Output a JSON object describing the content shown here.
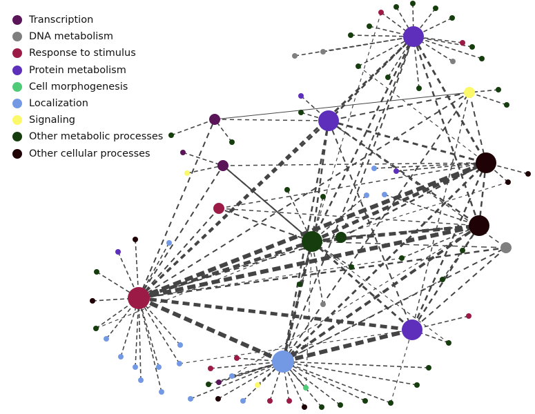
{
  "legend": {
    "items": [
      {
        "label": "Transcription",
        "color": "#5a1458"
      },
      {
        "label": "DNA metabolism",
        "color": "#7f7f7f"
      },
      {
        "label": "Response to stimulus",
        "color": "#9b1b46"
      },
      {
        "label": "Protein metabolism",
        "color": "#5d2fba"
      },
      {
        "label": "Cell morphogenesis",
        "color": "#4fca76"
      },
      {
        "label": "Localization",
        "color": "#7399e4"
      },
      {
        "label": "Signaling",
        "color": "#fbf86a"
      },
      {
        "label": "Other metabolic processes",
        "color": "#163d0d"
      },
      {
        "label": "Other cellular processes",
        "color": "#1e0205"
      }
    ]
  },
  "network": {
    "edge_color": "#444444",
    "categories": [
      "Transcription",
      "DNA metabolism",
      "Response to stimulus",
      "Protein metabolism",
      "Cell morphogenesis",
      "Localization",
      "Signaling",
      "Other metabolic processes",
      "Other cellular processes"
    ]
  }
}
